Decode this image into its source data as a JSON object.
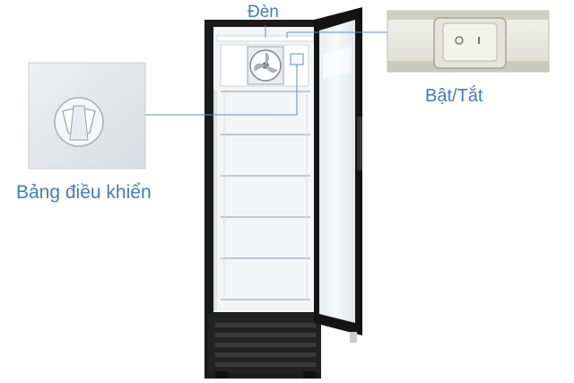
{
  "callouts": {
    "light_label": "Đèn",
    "switch_label": "Bật/Tắt",
    "control_panel_label": "Bảng điều khiển"
  },
  "colors": {
    "callout_text": "#3f7dbd",
    "callout_line": "#5b8fc9",
    "fridge_body": "#1b1b1b",
    "interior": "#f4f5f6"
  },
  "icons": {
    "fan": "fan-icon",
    "switch": "rocker-switch-icon",
    "knob": "thermostat-knob-icon"
  }
}
